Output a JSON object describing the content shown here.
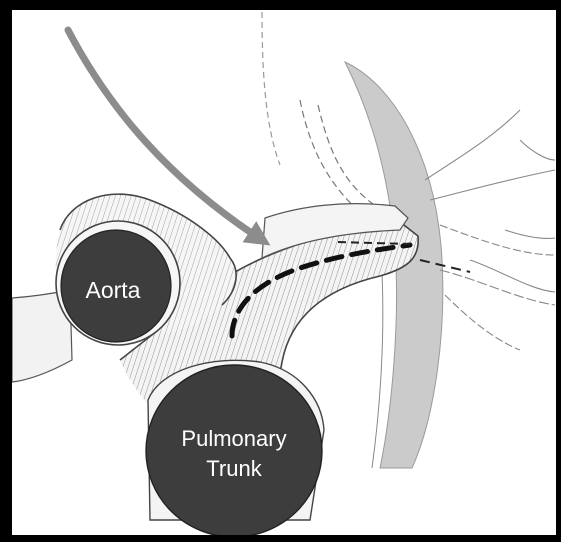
{
  "labels": {
    "aorta": "Aorta",
    "pulmonary_line1": "Pulmonary",
    "pulmonary_line2": "Trunk"
  },
  "colors": {
    "border": "#000000",
    "background": "#ffffff",
    "vessel_fill": "#f3f3f3",
    "vessel_stroke": "#444444",
    "hatch": "#777777",
    "lumen": "#3d3d3d",
    "pleura": "#c9c9c9",
    "arrow": "#8c8c8c",
    "dashed_path": "#111111"
  },
  "icons": [
    "curved-arrow",
    "dashed-path"
  ]
}
